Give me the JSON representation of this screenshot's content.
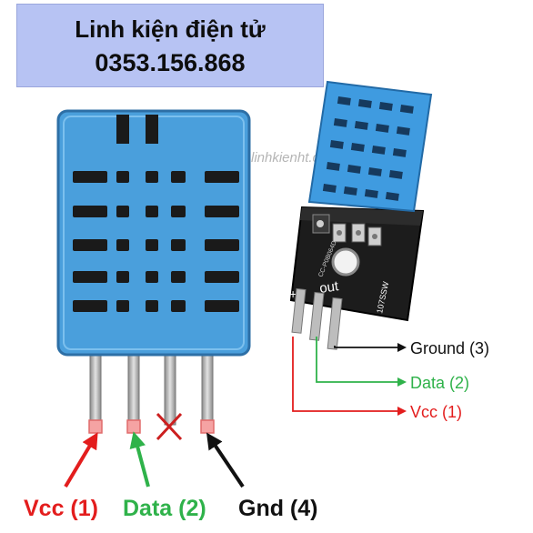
{
  "banner": {
    "shop_name": "Linh kiện điện tử",
    "phone": "0353.156.868"
  },
  "watermark": "linhkienht.com",
  "sensor_pins": {
    "vcc": "Vcc (1)",
    "data": "Data (2)",
    "gnd": "Gnd (4)"
  },
  "module_pins": {
    "ground": "Ground (3)",
    "data": "Data (2)",
    "vcc": "Vcc (1)"
  },
  "module_markings": {
    "plus": "+",
    "out": "out",
    "part_code": "107SSW",
    "silk_code": "CC-P0B064D"
  },
  "colors": {
    "sensor_blue": "#4a9fdc",
    "vcc_red": "#e31d1d",
    "data_green": "#2fb24a",
    "gnd_black": "#111111",
    "banner_bg": "#b7c3f3"
  }
}
